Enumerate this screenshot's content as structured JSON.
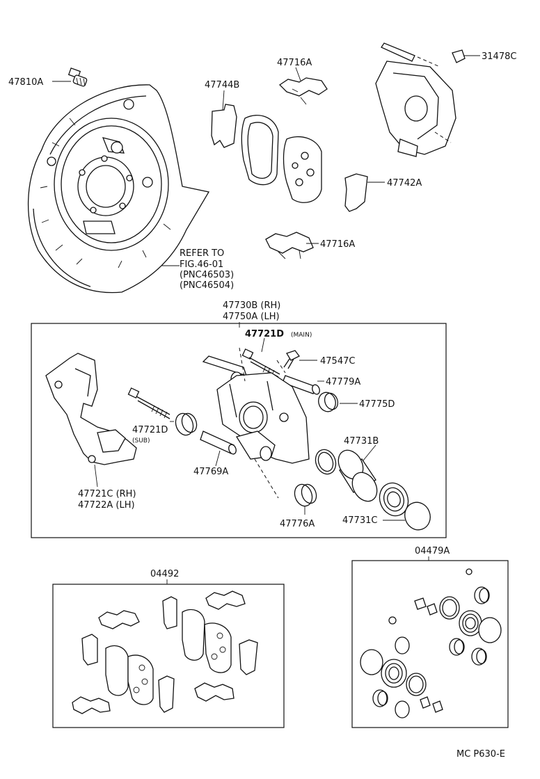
{
  "labels": {
    "p47810A": "47810A",
    "p47716A_top": "47716A",
    "p31478C": "31478C",
    "p47744B": "47744B",
    "p47742A": "47742A",
    "p47716A_mid": "47716A",
    "refer_1": "REFER TO",
    "refer_2": "FIG.46-01",
    "refer_3": "(PNC46503)",
    "refer_4": "(PNC46504)",
    "p47730B": "47730B (RH)",
    "p47750A": "47750A (LH)",
    "p47721D_main": "47721D",
    "main_tag": "(MAIN)",
    "p47547C": "47547C",
    "p47779A": "47779A",
    "p47775D": "47775D",
    "p47721D_sub": "47721D",
    "sub_tag": "(SUB)",
    "p47731B": "47731B",
    "p47769A": "47769A",
    "p47721C": "47721C (RH)",
    "p47722A": "47722A (LH)",
    "p47776A": "47776A",
    "p47731C": "47731C",
    "p04492": "04492",
    "p04479A": "04479A",
    "code": "MC P630-E"
  }
}
